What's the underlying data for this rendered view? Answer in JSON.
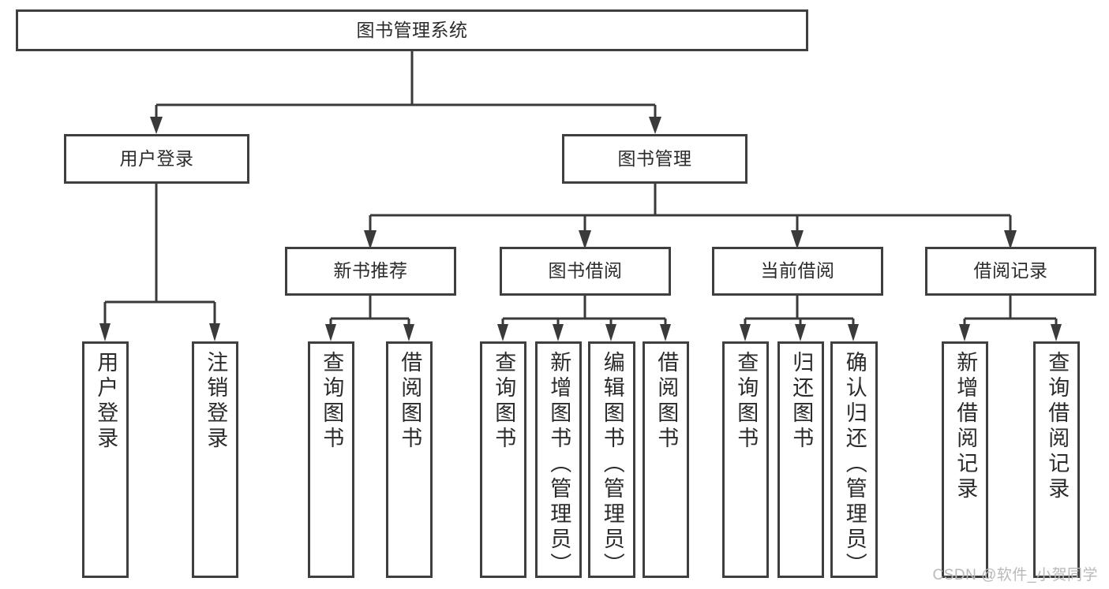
{
  "diagram": {
    "title_node": {
      "label": "图书管理系统"
    },
    "level2": [
      {
        "label": "用户登录"
      },
      {
        "label": "图书管理"
      }
    ],
    "level3": [
      {
        "label": "新书推荐"
      },
      {
        "label": "图书借阅"
      },
      {
        "label": "当前借阅"
      },
      {
        "label": "借阅记录"
      }
    ],
    "leaves": {
      "user_login": [
        {
          "label": "用户登录"
        },
        {
          "label": "注销登录"
        }
      ],
      "new_book_recommend": [
        {
          "label": "查询图书"
        },
        {
          "label": "借阅图书"
        }
      ],
      "book_borrow": [
        {
          "label": "查询图书"
        },
        {
          "label": "新增图书（管理员）"
        },
        {
          "label": "编辑图书（管理员）"
        },
        {
          "label": "借阅图书"
        }
      ],
      "current_borrow": [
        {
          "label": "查询图书"
        },
        {
          "label": "归还图书"
        },
        {
          "label": "确认归还（管理员）"
        }
      ],
      "borrow_record": [
        {
          "label": "新增借阅记录"
        },
        {
          "label": "查询借阅记录"
        }
      ]
    }
  },
  "watermark": {
    "text": "CSDN @软件_小贺同学"
  },
  "colors": {
    "box_border": "#3f3f3f",
    "connector": "#3a3a3a",
    "text": "#2b2b2b",
    "background": "#ffffff",
    "watermark": "#b9b9b9"
  }
}
